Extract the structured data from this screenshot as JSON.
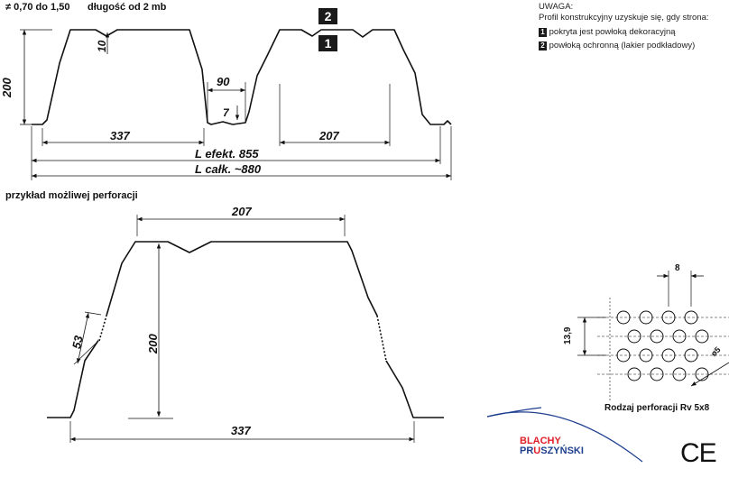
{
  "header": {
    "thickness": "≠ 0,70 do 1,50",
    "length": "długość od 2 mb"
  },
  "note": {
    "title": "UWAGA:",
    "text": "Profil konstrukcyjny uzyskuje się, gdy strona:",
    "items": [
      {
        "num": "1",
        "text": "pokryta jest powłoką dekoracyjną"
      },
      {
        "num": "2",
        "text": "powłoką ochronną (lakier podkładowy)"
      }
    ]
  },
  "profile": {
    "side_badges": [
      "2",
      "1"
    ],
    "dims": {
      "height": "200",
      "notch": "10",
      "valley_w": "90",
      "valley_d": "7",
      "bottom_w": "337",
      "top_w": "207",
      "l_efekt": "L efekt. 855",
      "l_calk": "L całk. ~880"
    }
  },
  "perforation": {
    "title": "przykład możliwej perforacji",
    "dims": {
      "top_w": "207",
      "height": "200",
      "perf_len": "53",
      "bottom_w": "337"
    },
    "pattern": {
      "pitch": "8",
      "row": "13,9",
      "hole": "ø5",
      "caption": "Rodzaj perforacji Rv 5x8"
    }
  },
  "brand": {
    "line1": "BLACHY",
    "line2a": "PR",
    "line2b": "U",
    "line2c": "SZYŃSKI",
    "ce": "CE",
    "colors": {
      "red": "#e0202a",
      "blue": "#1f3f8f"
    }
  }
}
